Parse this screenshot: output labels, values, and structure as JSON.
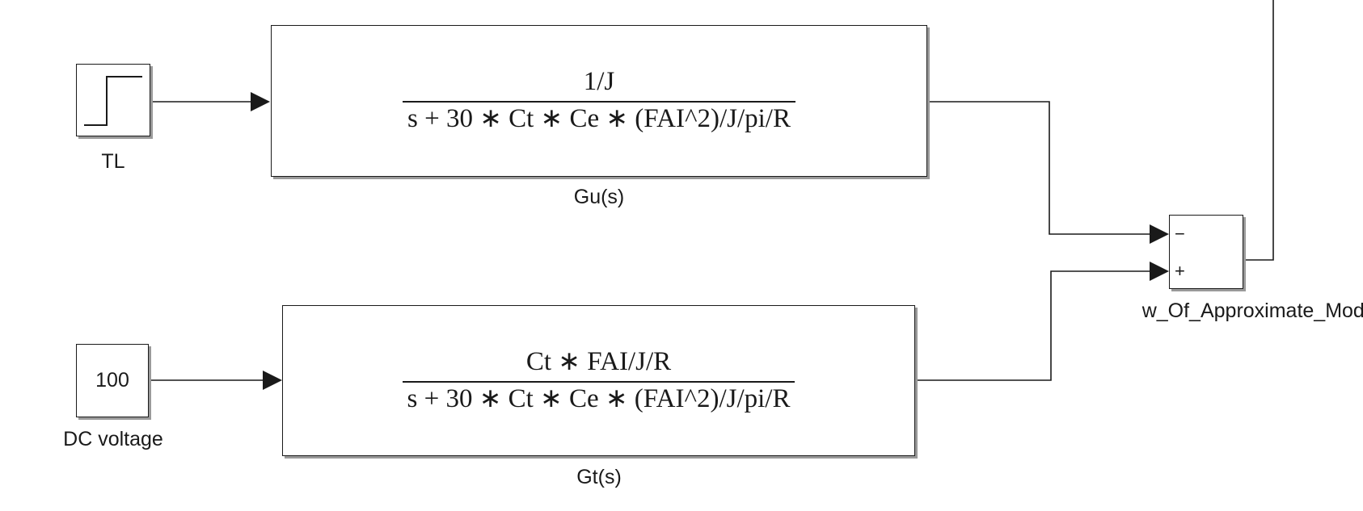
{
  "blocks": {
    "step": {
      "label": "TL"
    },
    "constant": {
      "label": "DC voltage",
      "value": "100"
    },
    "gu": {
      "label": "Gu(s)",
      "numerator": "1/J",
      "denominator": "s + 30 ∗ Ct ∗ Ce ∗ (FAI^2)/J/pi/R"
    },
    "gt": {
      "label": "Gt(s)",
      "numerator": "Ct ∗ FAI/J/R",
      "denominator": "s + 30 ∗ Ct ∗ Ce ∗ (FAI^2)/J/pi/R"
    },
    "sum": {
      "label": "w_Of_Approximate_Model",
      "port_minus": "−",
      "port_plus": "+"
    }
  },
  "colors": {
    "line": "#1a1a1a",
    "block_shadow": "#9a9a9a",
    "background": "#ffffff"
  },
  "icons": {
    "step": "step-function-icon",
    "arrowheads": "filled-triangle-arrowhead"
  }
}
